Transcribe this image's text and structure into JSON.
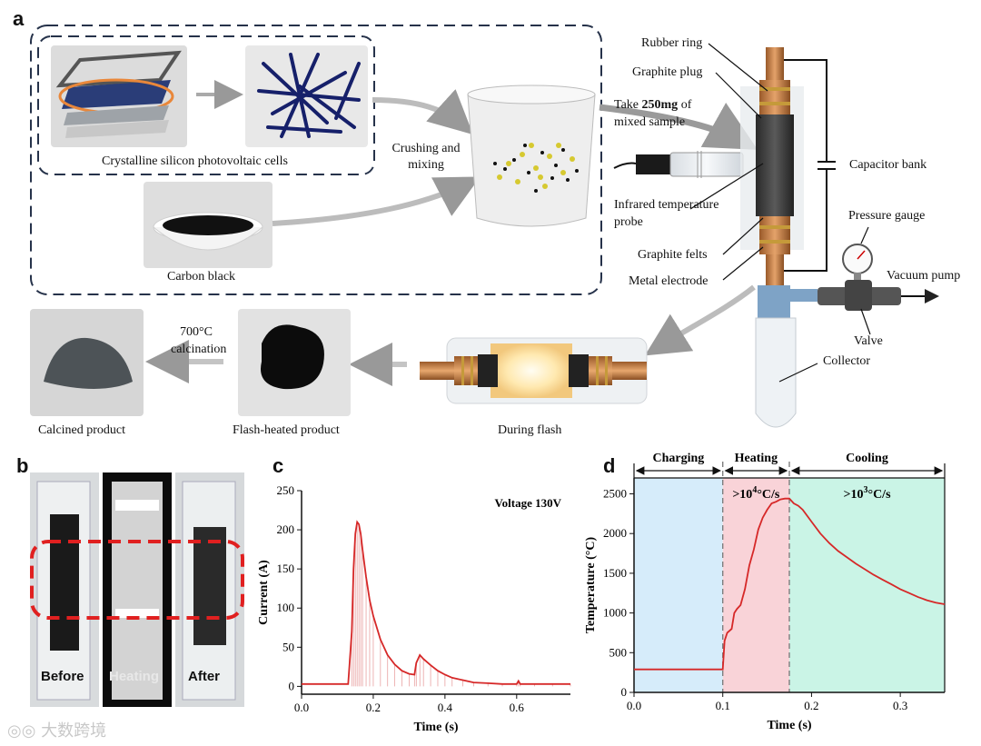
{
  "panels": {
    "a": "a",
    "b": "b",
    "c": "c",
    "d": "d"
  },
  "panel_a": {
    "pv_caption": "Crystalline silicon photovoltaic cells",
    "carbon_caption": "Carbon black",
    "crushing": "Crushing and mixing",
    "take_prefix": "Take ",
    "take_bold": "250mg",
    "take_suffix": " of",
    "take_line2": "mixed sample",
    "infrared": "Infrared temperature probe",
    "rubber_ring": "Rubber ring",
    "graphite_plug": "Graphite plug",
    "capacitor_bank": "Capacitor bank",
    "pressure_gauge": "Pressure gauge",
    "vacuum_pump": "Vacuum pump",
    "graphite_felts": "Graphite felts",
    "metal_electrode": "Metal electrode",
    "valve": "Valve",
    "collector": "Collector",
    "calcination_temp": "700°C",
    "calcination": "calcination",
    "calcined_product": "Calcined product",
    "flash_product": "Flash-heated product",
    "during_flash": "During flash"
  },
  "panel_b": {
    "before": "Before",
    "heating": "Heating",
    "after": "After"
  },
  "watermark": "大数跨境",
  "chart_data": [
    {
      "type": "line",
      "panel": "c",
      "xlabel": "Time (s)",
      "ylabel": "Current (A)",
      "annotation": "Voltage 130V",
      "xlim": [
        0,
        0.75
      ],
      "ylim": [
        -10,
        250
      ],
      "xticks": [
        "0.0",
        "0.2",
        "0.4",
        "0.6"
      ],
      "yticks": [
        "0",
        "50",
        "100",
        "150",
        "200",
        "250"
      ],
      "color": "#d62828",
      "x": [
        0,
        0.13,
        0.14,
        0.145,
        0.15,
        0.155,
        0.16,
        0.165,
        0.17,
        0.18,
        0.19,
        0.2,
        0.22,
        0.24,
        0.26,
        0.28,
        0.3,
        0.315,
        0.32,
        0.33,
        0.34,
        0.36,
        0.38,
        0.4,
        0.42,
        0.45,
        0.48,
        0.52,
        0.56,
        0.6,
        0.605,
        0.61,
        0.65,
        0.7,
        0.75
      ],
      "y": [
        3,
        3,
        70,
        150,
        195,
        210,
        207,
        195,
        175,
        140,
        110,
        90,
        60,
        40,
        28,
        20,
        16,
        15,
        30,
        40,
        35,
        27,
        20,
        15,
        11,
        8,
        5,
        4,
        3,
        3,
        7,
        3,
        3,
        3,
        3
      ]
    },
    {
      "type": "line",
      "panel": "d",
      "xlabel": "Time (s)",
      "ylabel": "Temperature (°C)",
      "xlim": [
        0,
        0.35
      ],
      "ylim": [
        0,
        2700
      ],
      "xticks": [
        "0.0",
        "0.1",
        "0.2",
        "0.3"
      ],
      "yticks": [
        "0",
        "500",
        "1000",
        "1500",
        "2000",
        "2500"
      ],
      "color": "#d62828",
      "regions": [
        {
          "label": "Charging",
          "range": [
            0,
            0.1
          ],
          "color": "#d6ecfa"
        },
        {
          "label": "Heating",
          "range": [
            0.1,
            0.175
          ],
          "color": "#f9d3d8",
          "rate_prefix": ">10",
          "rate_exp": "4",
          "rate_suffix": "°C/s"
        },
        {
          "label": "Cooling",
          "range": [
            0.175,
            0.35
          ],
          "color": "#caf4e6",
          "rate_prefix": ">10",
          "rate_exp": "3",
          "rate_suffix": "°C/s"
        }
      ],
      "x": [
        0,
        0.1,
        0.102,
        0.105,
        0.11,
        0.113,
        0.116,
        0.12,
        0.125,
        0.13,
        0.135,
        0.14,
        0.145,
        0.15,
        0.155,
        0.16,
        0.165,
        0.17,
        0.175,
        0.18,
        0.185,
        0.19,
        0.2,
        0.21,
        0.22,
        0.23,
        0.24,
        0.25,
        0.26,
        0.27,
        0.28,
        0.29,
        0.3,
        0.31,
        0.32,
        0.33,
        0.34,
        0.35
      ],
      "y": [
        290,
        290,
        650,
        750,
        800,
        1000,
        1050,
        1100,
        1300,
        1600,
        1800,
        2050,
        2200,
        2300,
        2380,
        2400,
        2430,
        2440,
        2440,
        2380,
        2350,
        2300,
        2150,
        2000,
        1880,
        1780,
        1700,
        1620,
        1550,
        1480,
        1420,
        1360,
        1300,
        1250,
        1200,
        1160,
        1130,
        1110
      ]
    }
  ]
}
